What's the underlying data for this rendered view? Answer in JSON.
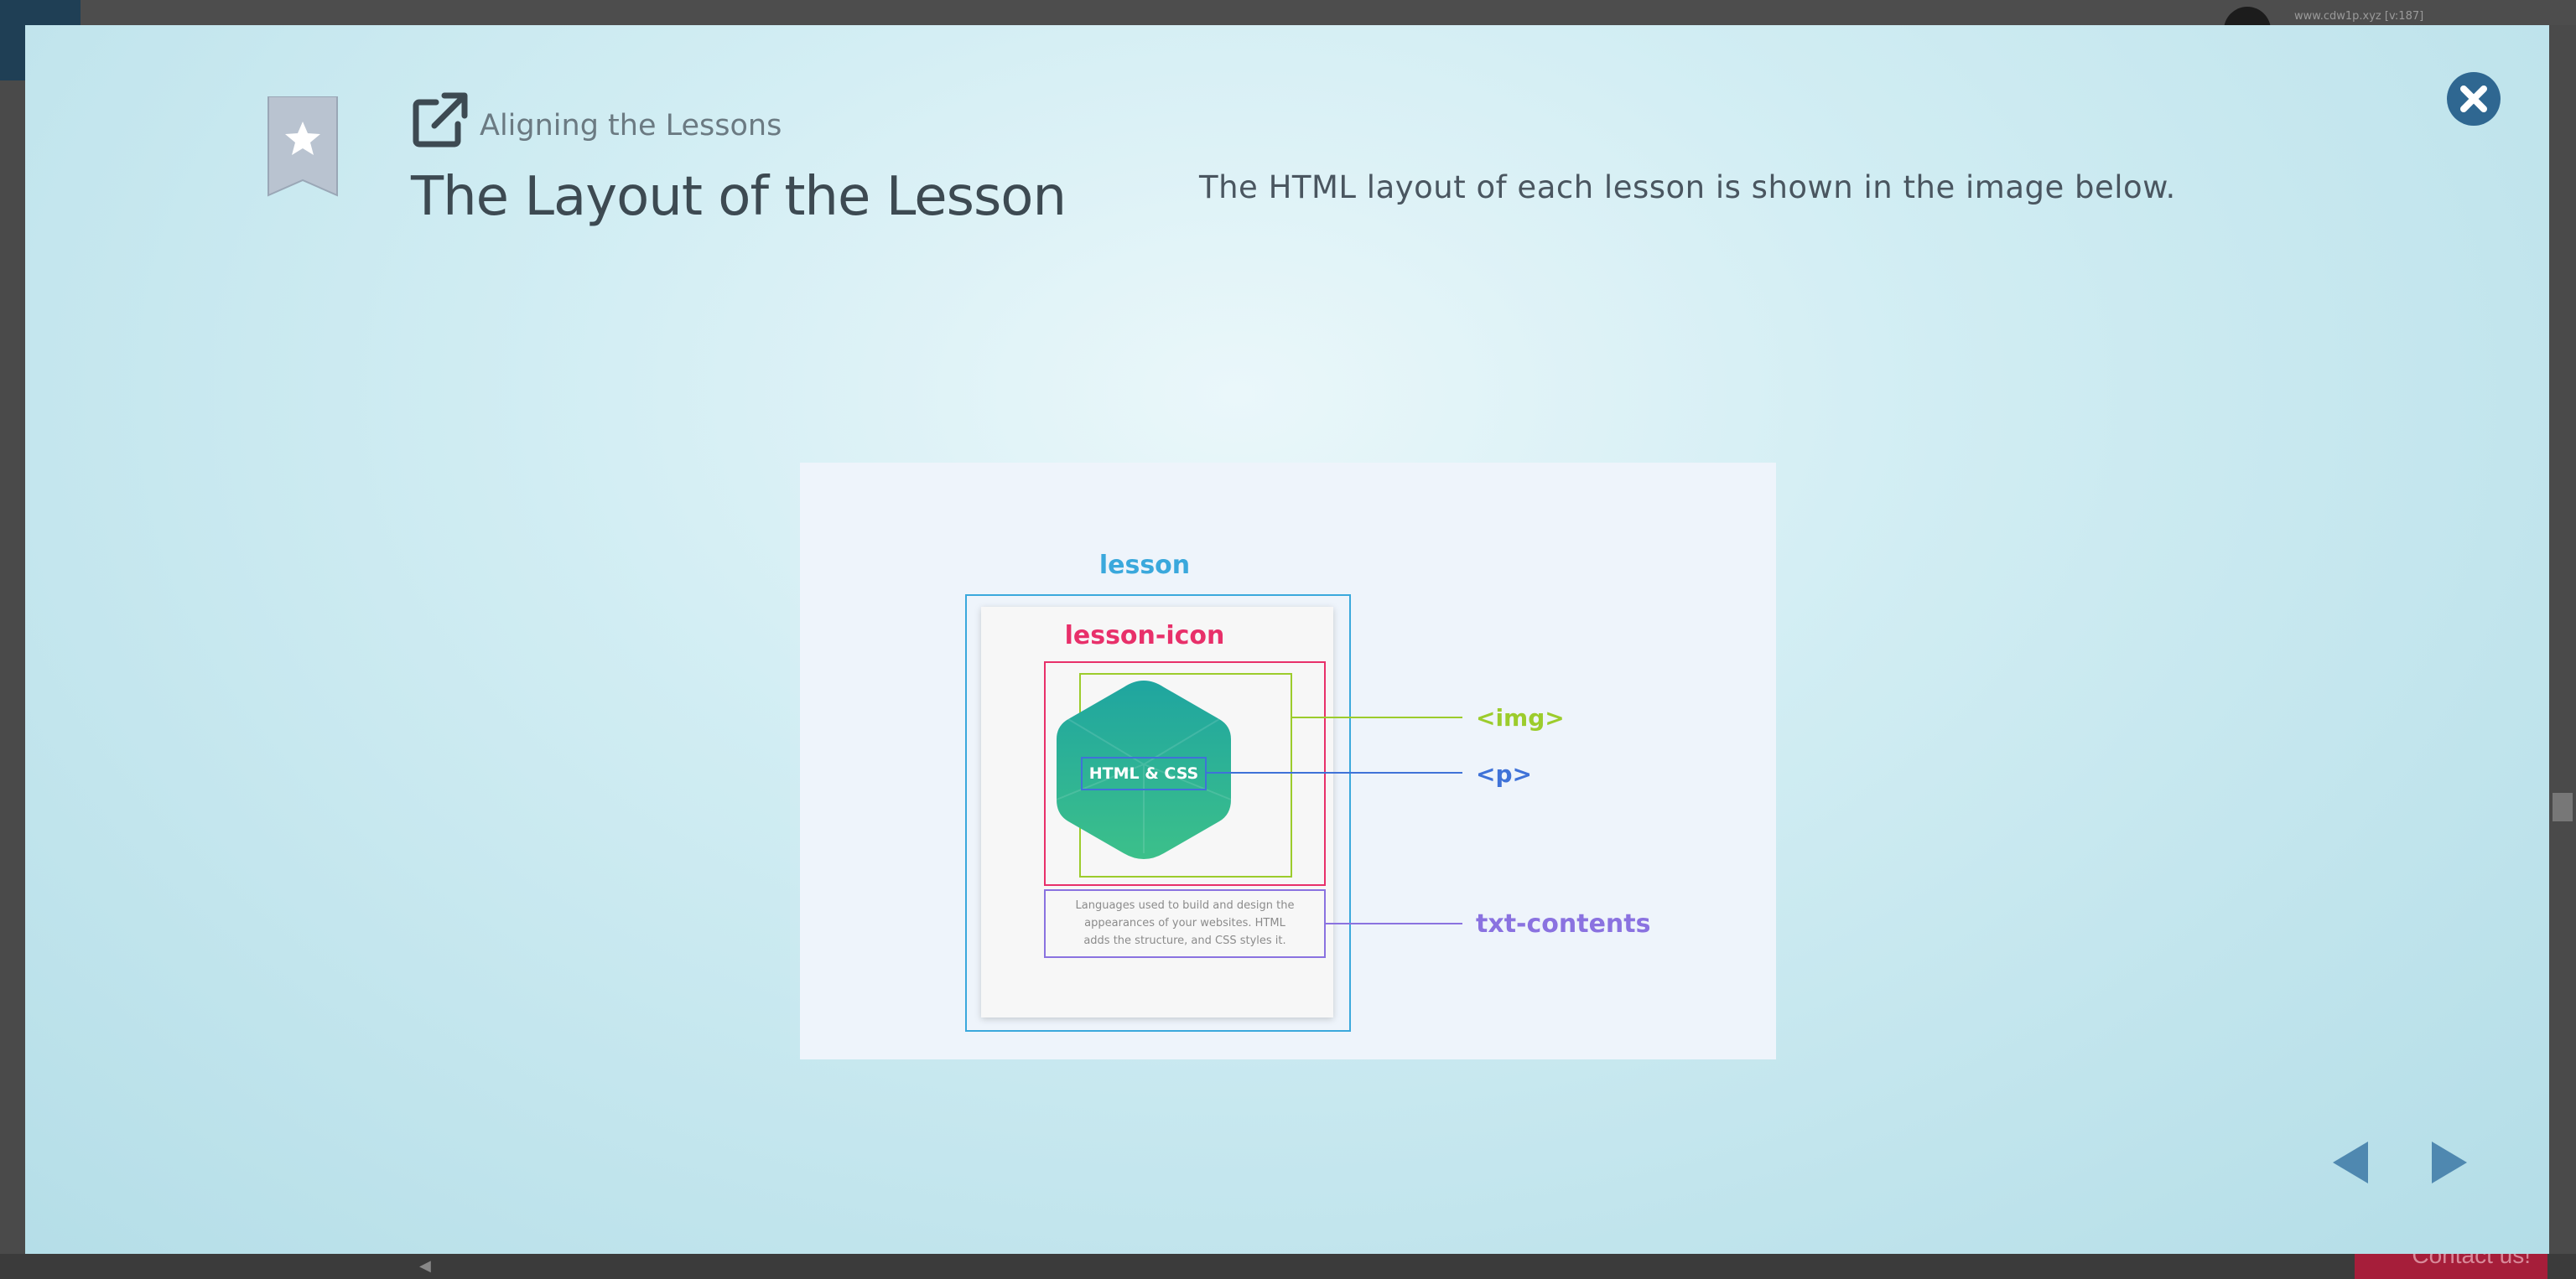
{
  "background": {
    "url_text": "www.cdw1p.xyz [v:187]",
    "contact_label": "Contact us!"
  },
  "slide": {
    "section": "Aligning the Lessons",
    "title": "The Layout of the Lesson",
    "description": "The HTML layout of each lesson is shown in the image below."
  },
  "diagram": {
    "lesson_label": "lesson",
    "lesson_icon_label": "lesson-icon",
    "badge_text": "HTML & CSS",
    "img_label": "<img>",
    "p_label": "<p>",
    "txt_label": "txt-contents",
    "card_text_line1": "Languages used to build and design the",
    "card_text_line2": "appearances of your websites. HTML",
    "card_text_line3": "adds the structure, and CSS styles it."
  },
  "colors": {
    "lesson": "#3aa8dc",
    "lesson_icon": "#e8306a",
    "img": "#9ccc2c",
    "p": "#3f72d8",
    "txt": "#8a72e0",
    "modal_accent": "#2f6791"
  },
  "icons": {
    "bookmark": "bookmark-star-icon",
    "external": "external-link-icon",
    "close": "close-icon",
    "prev": "triangle-left-icon",
    "next": "triangle-right-icon"
  }
}
